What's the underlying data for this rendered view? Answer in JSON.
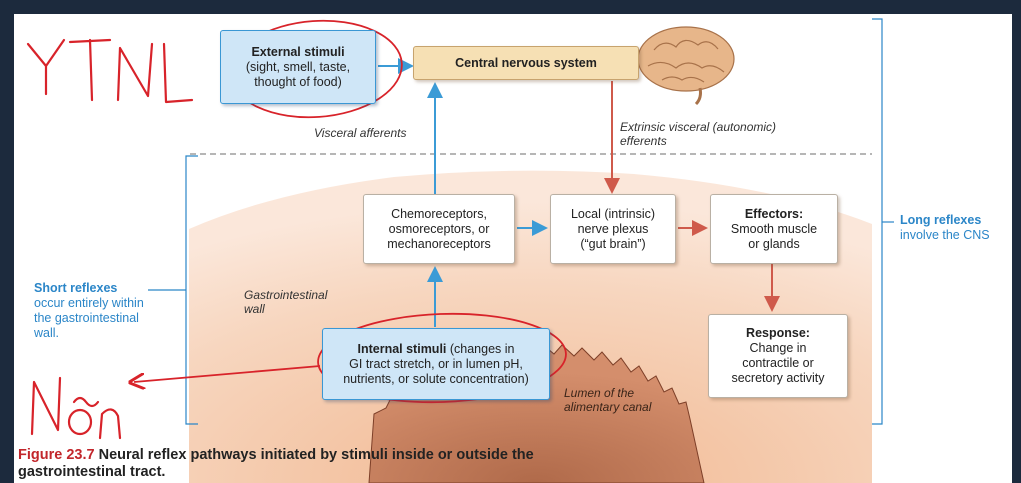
{
  "diagram": {
    "external_stimuli": {
      "title": "External stimuli",
      "detail": [
        "(sight, smell, taste,",
        "thought of food)"
      ]
    },
    "cns": {
      "title": "Central nervous system"
    },
    "visceral_afferents": "Visceral afferents",
    "extrinsic_efferents": [
      "Extrinsic visceral (autonomic)",
      "efferents"
    ],
    "receptors": {
      "lines": [
        "Chemoreceptors,",
        "osmoreceptors, or",
        "mechanoreceptors"
      ]
    },
    "local_plexus": {
      "lines": [
        "Local (intrinsic)",
        "nerve plexus",
        "(“gut brain”)"
      ]
    },
    "effectors": {
      "title": "Effectors:",
      "lines": [
        "Smooth muscle",
        "or glands"
      ]
    },
    "response": {
      "title": "Response:",
      "lines": [
        "Change in",
        "contractile or",
        "secretory activity"
      ]
    },
    "internal_stimuli": {
      "title": "Internal stimuli",
      "detail_inline": " (changes in",
      "lines": [
        "GI tract stretch, or in lumen pH,",
        "nutrients, or solute concentration)"
      ]
    },
    "gi_wall": [
      "Gastrointestinal",
      "wall"
    ],
    "lumen": [
      "Lumen of the",
      "alimentary canal"
    ],
    "long_reflexes": {
      "title": "Long reflexes",
      "detail": "involve the CNS"
    },
    "short_reflexes": {
      "title": "Short reflexes",
      "lines": [
        "occur entirely within",
        "the gastrointestinal",
        "wall."
      ]
    }
  },
  "caption": {
    "figure": "Figure 23.7",
    "text": " Neural reflex pathways initiated by stimuli inside or outside the",
    "text2": "gastrointestinal tract."
  },
  "annotations": {
    "handwriting_top": "YTNL",
    "handwriting_bottom": "Nôn",
    "ink_color": "#d8232a"
  },
  "colors": {
    "blue_accent": "#2b86c8",
    "arrow_red": "#cf5a4b",
    "caption_red": "#c2262b"
  }
}
